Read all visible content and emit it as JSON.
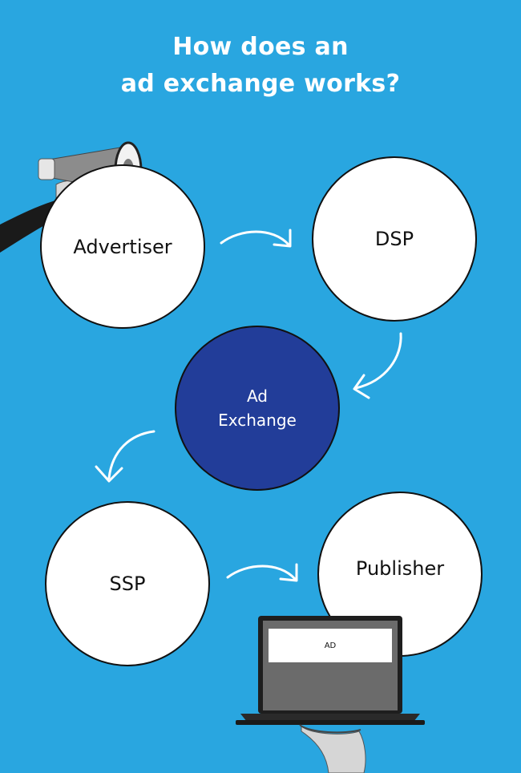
{
  "title": {
    "line1": "How does an",
    "line2": "ad exchange works?"
  },
  "nodes": {
    "advertiser": "Advertiser",
    "dsp": "DSP",
    "ad_exchange_line1": "Ad",
    "ad_exchange_line2": "Exchange",
    "ssp": "SSP",
    "publisher": "Publisher"
  },
  "laptop_screen_label": "AD",
  "colors": {
    "background": "#29a6e0",
    "node_fill": "#ffffff",
    "ad_exchange_fill": "#223d99",
    "arrow": "#ffffff"
  },
  "icons": [
    "megaphone-icon",
    "laptop-icon",
    "arrow-icon"
  ]
}
